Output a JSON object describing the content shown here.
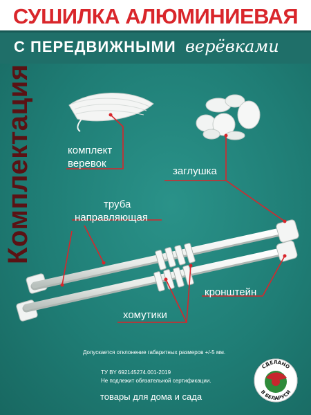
{
  "header": {
    "title": "СУШИЛКА АЛЮМИНИЕВАЯ",
    "subtitle": "С ПЕРЕДВИЖНЫМИ",
    "subtitle_script": "верёвками"
  },
  "section_title": "Комплектация",
  "labels": {
    "ropes": [
      "комплект",
      "веревок"
    ],
    "caps": "заглушка",
    "tube": [
      "труба",
      "направляющая"
    ],
    "bracket": "кронштейн",
    "clamps": "хомутики"
  },
  "footer": {
    "tolerance": "Допускается отклонение габаритных размеров +/-5 мм.",
    "tu": "ТУ BY 692145274.001-2019",
    "cert": "Не подлежит обязательной сертификации.",
    "tagline": "товары для дома и сада"
  },
  "badge": {
    "top": "СДЕЛАНО",
    "bottom": "В БЕЛАРУСИ"
  },
  "colors": {
    "brand_red": "#d9262b",
    "teal": "#1f7c74",
    "dark_red": "#5a1214",
    "pointer": "#d8262b"
  }
}
